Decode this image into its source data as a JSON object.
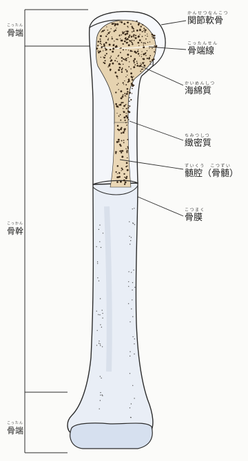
{
  "left_labels": {
    "epiphysis_top": {
      "ruby": "こったん",
      "text": "骨端"
    },
    "diaphysis": {
      "ruby": "こっかん",
      "text": "骨幹"
    },
    "epiphysis_bottom": {
      "ruby": "こったん",
      "text": "骨端"
    }
  },
  "right_labels": [
    {
      "id": "articular-cartilage",
      "ruby": "かんせつなんこつ",
      "text": "関節軟骨"
    },
    {
      "id": "epiphyseal-line",
      "ruby": "こったんせん",
      "text": "骨端線"
    },
    {
      "id": "spongy-bone",
      "ruby": "かいめんしつ",
      "text": "海綿質"
    },
    {
      "id": "compact-bone",
      "ruby": "ちみつしつ",
      "text": "緻密質"
    },
    {
      "id": "marrow-cavity",
      "ruby": "ずいくう　こつずい",
      "text": "髄腔（骨髄）"
    },
    {
      "id": "periosteum",
      "ruby": "こつまく",
      "text": "骨膜"
    }
  ],
  "colors": {
    "line": "#2b2b2b",
    "bone": "#e9eef6",
    "spongy": "#e6d3b0",
    "cartilage": "#f4f6fa",
    "dot": "#3a2a1a"
  }
}
